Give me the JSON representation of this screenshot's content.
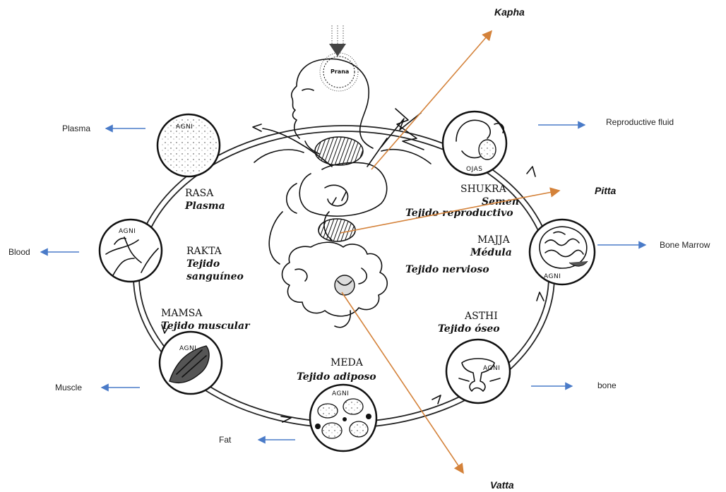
{
  "colors": {
    "tissue_arrow": "#4a7bc8",
    "dosha_arrow": "#d4823a",
    "ink": "#111111"
  },
  "center": {
    "prana": "Prana"
  },
  "nodes": {
    "rasa": {
      "agni": "AGNI",
      "name": "RASA",
      "sub": "Plasma"
    },
    "rakta": {
      "agni": "AGNI",
      "name": "RAKTA",
      "sub1": "Tejido",
      "sub2": "sanguíneo"
    },
    "mamsa": {
      "agni": "AGNI",
      "name": "MAMSA",
      "sub": "Tejido muscular"
    },
    "meda": {
      "agni": "AGNI",
      "name": "MEDA",
      "sub": "Tejido adiposo"
    },
    "asthi": {
      "agni": "AGNI",
      "name": "ASTHI",
      "sub": "Tejido óseo"
    },
    "majja": {
      "agni": "AGNI",
      "name": "MAJJA",
      "sub1": "Médula",
      "sub2": "Tejido nervioso"
    },
    "shukra": {
      "agni": "OJAS",
      "name": "SHUKRA",
      "sub1": "Semen",
      "sub2": "Tejido reproductivo"
    }
  },
  "outputs": {
    "plasma": "Plasma",
    "blood": "Blood",
    "muscle": "Muscle",
    "fat": "Fat",
    "bone": "bone",
    "bone_marrow": "Bone Marrow",
    "reproductive": "Reproductive fluid"
  },
  "doshas": {
    "kapha": "Kapha",
    "pitta": "Pitta",
    "vatta": "Vatta"
  }
}
